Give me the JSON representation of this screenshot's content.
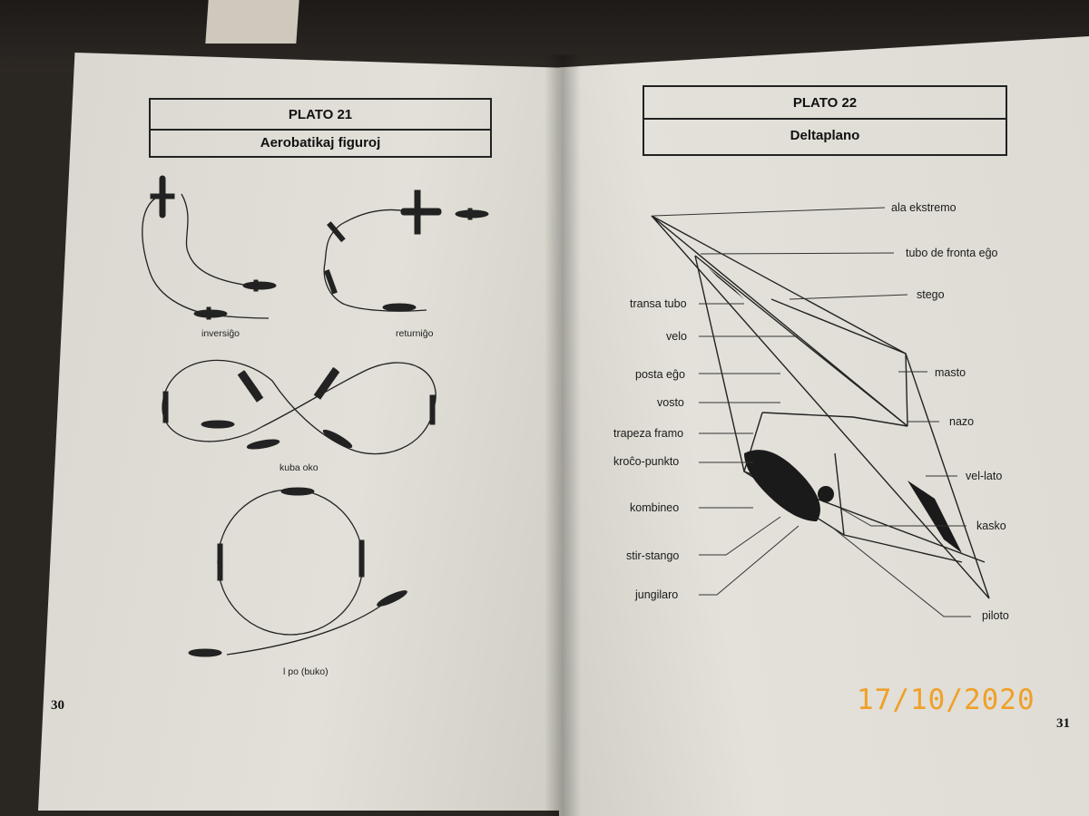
{
  "left_page": {
    "plate_number": "PLATO 21",
    "plate_title": "Aerobatikaj figuroj",
    "captions": {
      "inversigo": "inversiĝo",
      "returnigo": "returniĝo",
      "kuba_oko": "kuba oko",
      "lopo": "l po (buko)"
    },
    "page_number": "30"
  },
  "right_page": {
    "plate_number": "PLATO 22",
    "plate_title": "Deltaplano",
    "labels": {
      "ala_ekstremo": "ala ekstremo",
      "tubo_de_fronta_ego": "tubo de fronta eĝo",
      "stego": "stego",
      "transa_tubo": "transa tubo",
      "velo": "velo",
      "masto": "masto",
      "posta_ego": "posta eĝo",
      "vosto": "vosto",
      "nazo": "nazo",
      "trapeza_framo": "trapeza framo",
      "kroco_punkto": "kroĉo-punkto",
      "vel_lato": "vel-lato",
      "kombineo": "kombineo",
      "kasko": "kasko",
      "stir_stango": "stir-stango",
      "jungilaro": "jungilaro",
      "piloto": "piloto"
    },
    "page_number": "31"
  },
  "date_stamp": "17/10/2020"
}
